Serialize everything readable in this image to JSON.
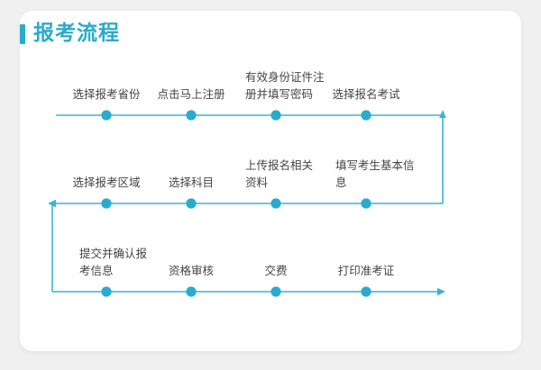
{
  "card": {
    "title": "报考流程",
    "accent_color": "#2aabcb",
    "background_color": "#ffffff",
    "page_background_color": "#f0f0f0"
  },
  "flow": {
    "line_color": "#3ab3d4",
    "node_color": "#29abd0",
    "label_color": "#454545",
    "direction_note": "serpentine: row1 left-to-right, row2 right-to-left, row3 left-to-right",
    "rows": [
      {
        "row_index": 1,
        "direction": "left-to-right",
        "steps": [
          {
            "order": 1,
            "label": "选择报考省份",
            "lines": [
              "选择报考省份"
            ]
          },
          {
            "order": 2,
            "label": "点击马上注册",
            "lines": [
              "点击马上注册"
            ]
          },
          {
            "order": 3,
            "label": "有效身份证件注册并填写密码",
            "lines": [
              "有效身份证件注",
              "册并填写密码"
            ]
          },
          {
            "order": 4,
            "label": "选择报名考试",
            "lines": [
              "选择报名考试"
            ]
          }
        ]
      },
      {
        "row_index": 2,
        "direction": "right-to-left",
        "steps": [
          {
            "order": 8,
            "label": "选择报考区域",
            "lines": [
              "选择报考区域"
            ]
          },
          {
            "order": 7,
            "label": "选择科目",
            "lines": [
              "选择科目"
            ]
          },
          {
            "order": 6,
            "label": "上传报名相关资料",
            "lines": [
              "上传报名相关",
              "资料"
            ]
          },
          {
            "order": 5,
            "label": "填写考生基本信息",
            "lines": [
              "填写考生基本信",
              "息"
            ]
          }
        ]
      },
      {
        "row_index": 3,
        "direction": "left-to-right",
        "steps": [
          {
            "order": 9,
            "label": "提交并确认报考信息",
            "lines": [
              "提交并确认报",
              "考信息"
            ]
          },
          {
            "order": 10,
            "label": "资格审核",
            "lines": [
              "资格审核"
            ]
          },
          {
            "order": 11,
            "label": "交费",
            "lines": [
              "交费"
            ]
          },
          {
            "order": 12,
            "label": "打印准考证",
            "lines": [
              "打印准考证"
            ]
          }
        ]
      }
    ]
  }
}
